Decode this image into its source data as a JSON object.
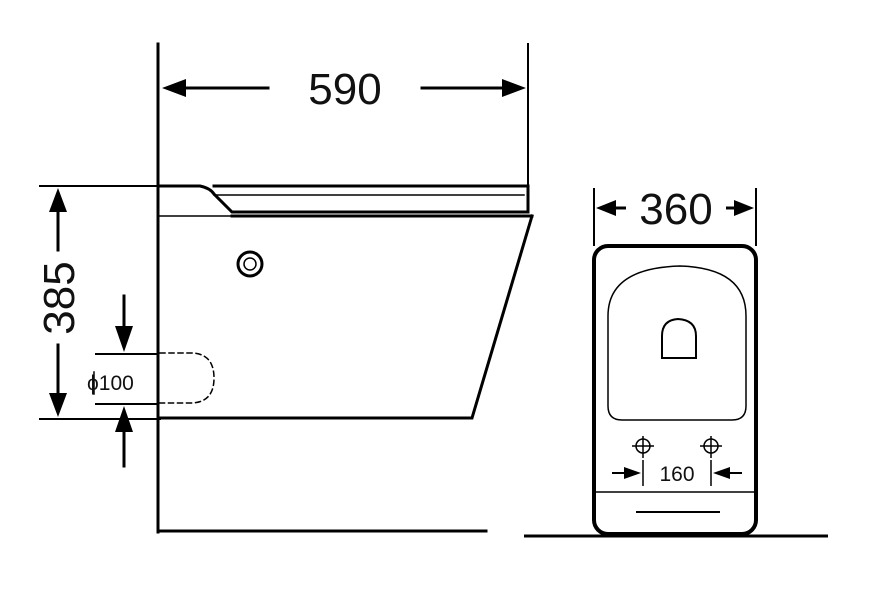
{
  "dimensions": {
    "length": "590",
    "height": "385",
    "pipe": "ϕ100",
    "width": "360",
    "spacing": "160"
  }
}
